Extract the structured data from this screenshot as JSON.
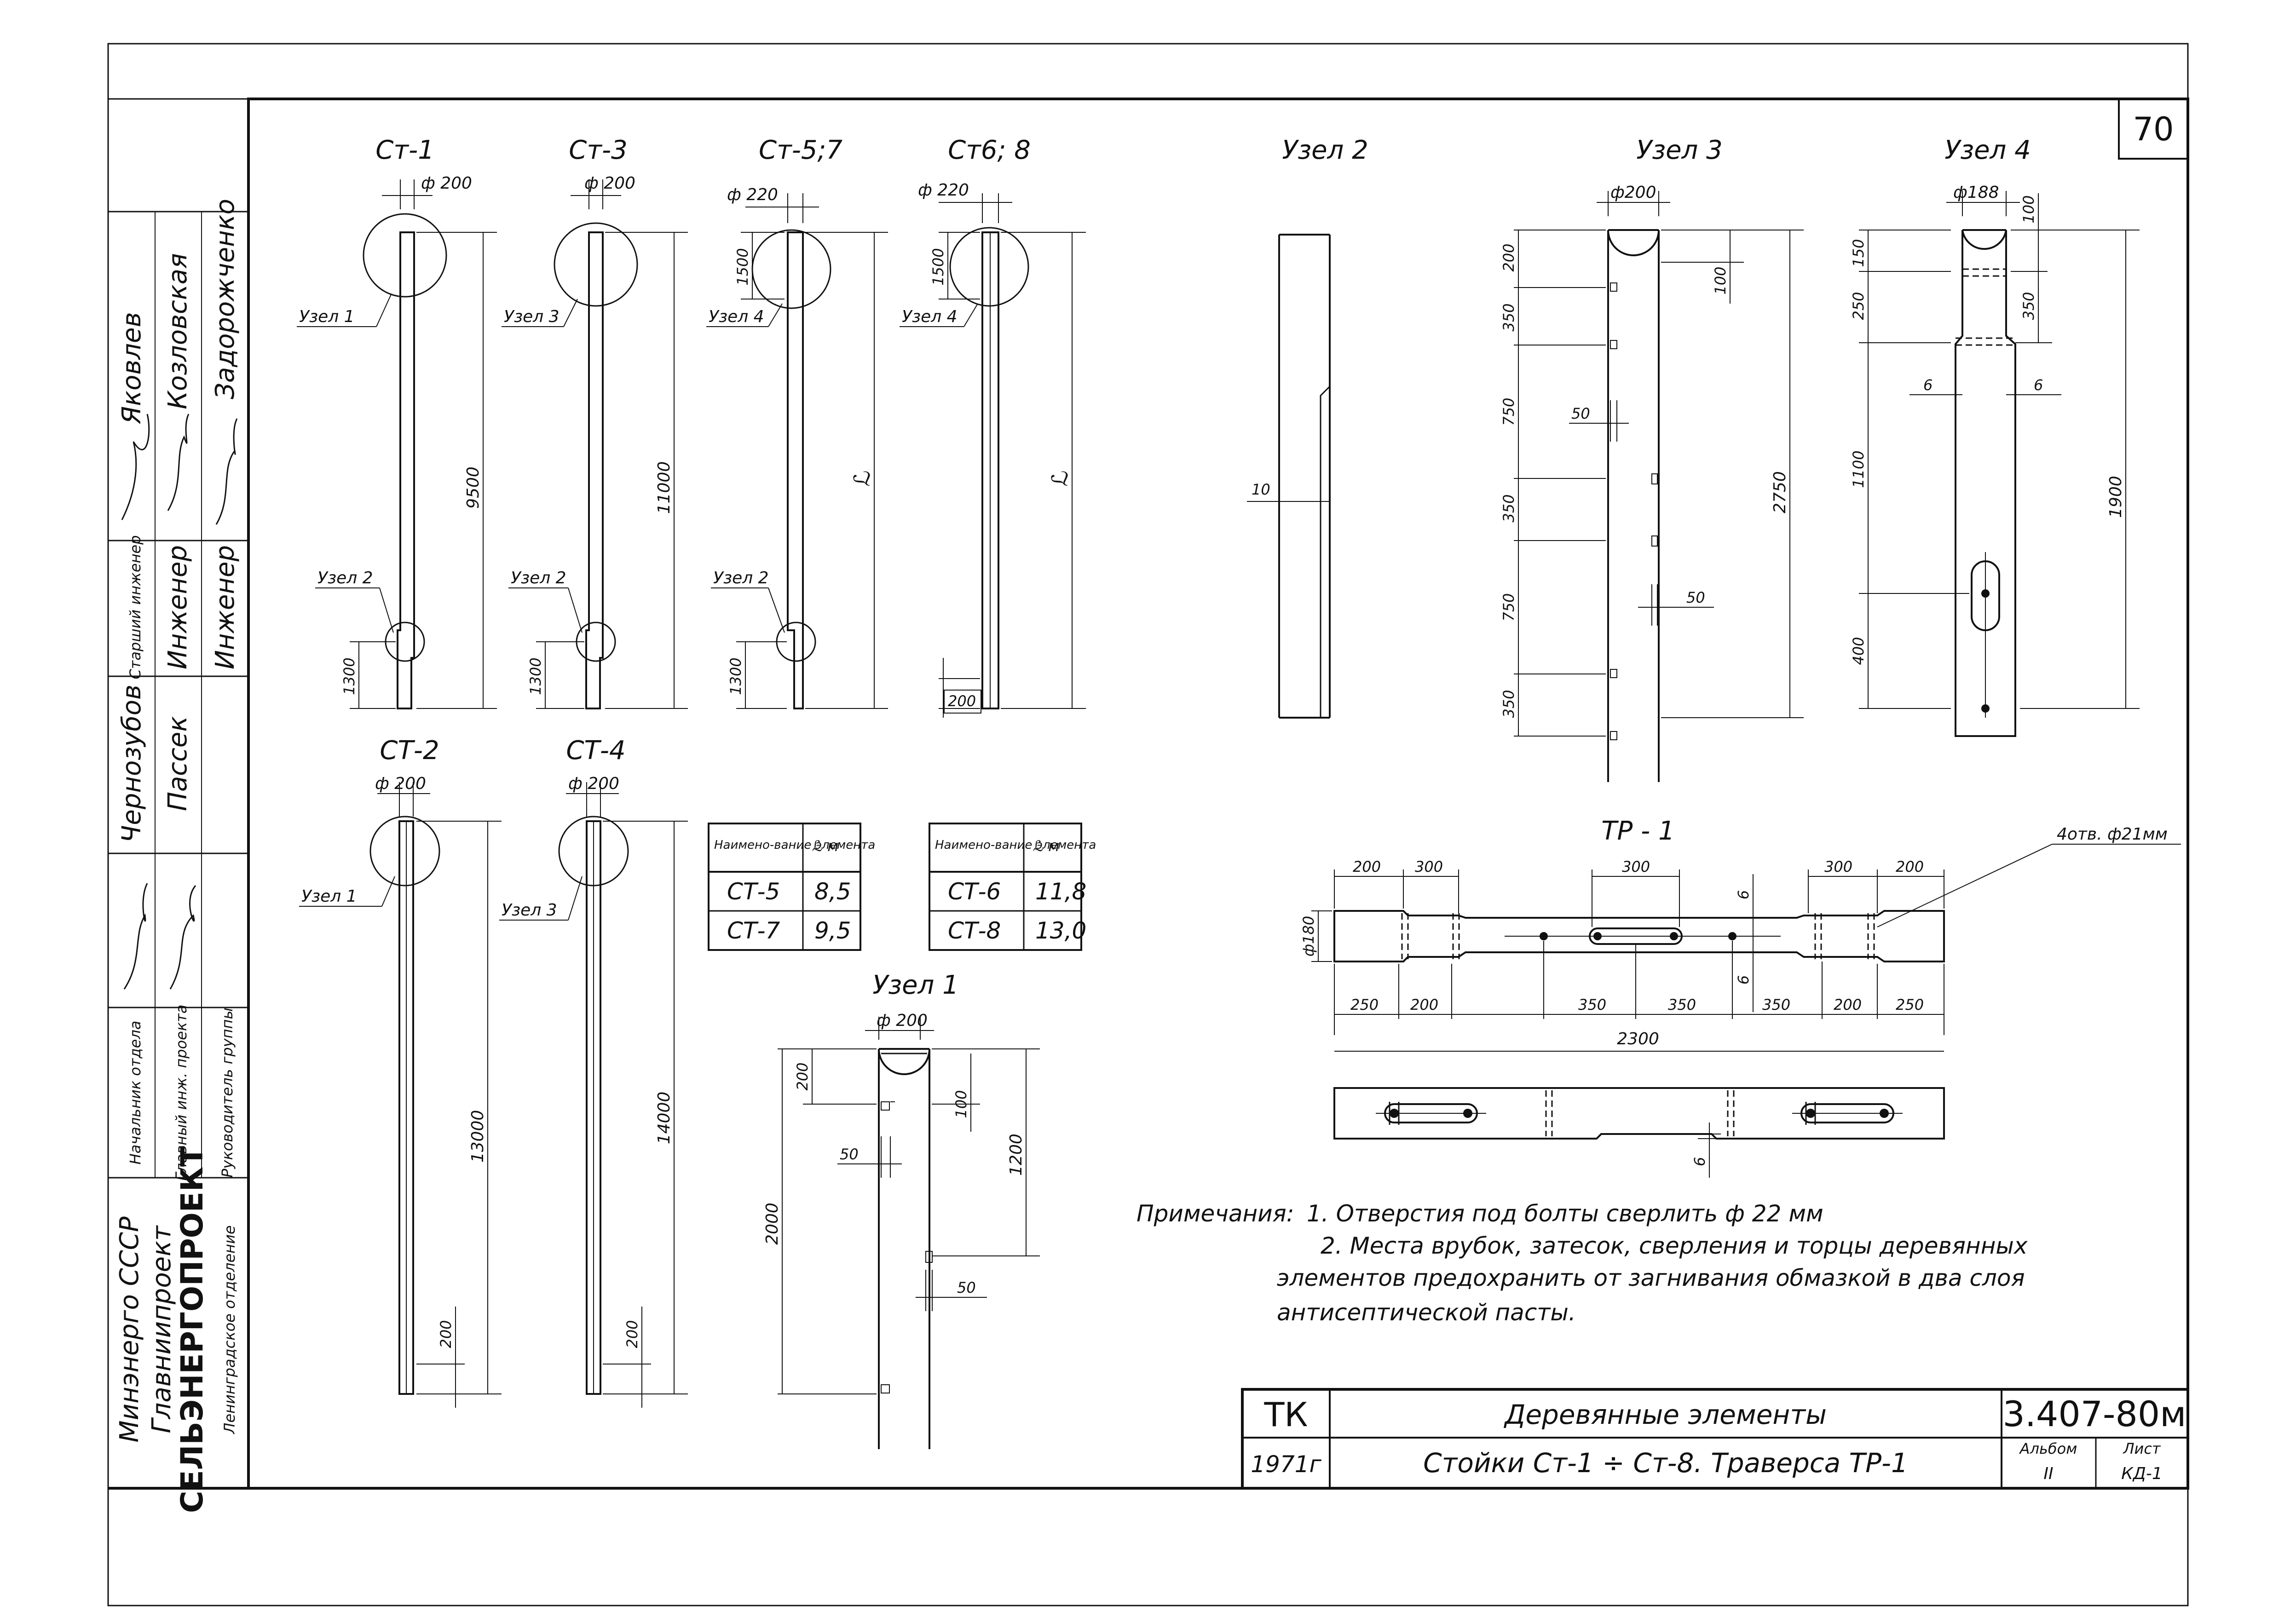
{
  "sheet_number": "70",
  "side_stamp": {
    "org_lines": [
      "Минэнерго СССР",
      "Главниипроект",
      "СЕЛЬЭНЕРГОПРОЕКТ",
      "Ленинградское отделение"
    ],
    "roles": [
      {
        "role": "Начальник отдела",
        "name": "Чернозубов"
      },
      {
        "role": "Главный инж. проекта",
        "name": "Пассек"
      },
      {
        "role": "Руководитель группы",
        "name": ""
      },
      {
        "role": "Старший инженер",
        "name": "Яковлев"
      },
      {
        "role": "Инженер",
        "name": "Козловская"
      },
      {
        "role": "Инженер",
        "name": "Задорожченко"
      }
    ]
  },
  "poles_top": [
    {
      "label": "Ст-1",
      "dia": "ф 200",
      "length": "9500",
      "node_top": "Узел 1",
      "node_bottom": "Узел 2",
      "bottom_dim": "1300"
    },
    {
      "label": "Ст-3",
      "dia": "ф 200",
      "length": "11000",
      "node_top": "Узел 3",
      "node_bottom": "Узел 2",
      "bottom_dim": "1300"
    },
    {
      "label": "Ст-5;7",
      "dia": "ф 220",
      "top_dim": "1500",
      "length": "ℒ",
      "node_top": "Узел 4",
      "node_bottom": "Узел 2",
      "bottom_dim": "1300"
    },
    {
      "label": "Ст6; 8",
      "dia": "ф 220",
      "top_dim": "1500",
      "length": "ℒ",
      "node_top": "Узел 4",
      "bottom_dim": "200"
    }
  ],
  "poles_bottom": [
    {
      "label": "СТ-2",
      "dia": "ф 200",
      "length": "13000",
      "node_top": "Узел 1",
      "bottom_dim": "200"
    },
    {
      "label": "СТ-4",
      "dia": "ф 200",
      "length": "14000",
      "node_top": "Узел 3",
      "bottom_dim": "200"
    }
  ],
  "tables": [
    {
      "headers": [
        "Наимено-вание элемента",
        "ℒ м"
      ],
      "rows": [
        [
          "СТ-5",
          "8,5"
        ],
        [
          "СТ-7",
          "9,5"
        ]
      ]
    },
    {
      "headers": [
        "Наимено-вание элемента",
        "ℒ м"
      ],
      "rows": [
        [
          "СТ-6",
          "11,8"
        ],
        [
          "СТ-8",
          "13,0"
        ]
      ]
    }
  ],
  "node1": {
    "title": "Узел 1",
    "dia": "ф 200",
    "dims": [
      "200",
      "100",
      "1200",
      "2000",
      "50",
      "50"
    ]
  },
  "node2": {
    "title": "Узел 2",
    "dim": "10"
  },
  "node3": {
    "title": "Узел 3",
    "dia": "ф200",
    "dims_left": [
      "200",
      "350",
      "750",
      "350",
      "750",
      "350"
    ],
    "dims": [
      "100",
      "50",
      "50",
      "2750"
    ]
  },
  "node4": {
    "title": "Узел 4",
    "dia": "ф188",
    "dims_left": [
      "150",
      "250",
      "1100",
      "400"
    ],
    "dims": [
      "100",
      "350",
      "6",
      "6",
      "1900"
    ]
  },
  "traverse": {
    "title": "ТР - 1",
    "hole_note": "4отв. ф21мм",
    "dia": "ф180",
    "top_dims": [
      "200",
      "300",
      "300",
      "300",
      "200"
    ],
    "bottom_dims": [
      "250",
      "200",
      "350",
      "350",
      "350",
      "200",
      "250"
    ],
    "gap": "6",
    "total": "2300"
  },
  "notes": {
    "label": "Примечания:",
    "lines": [
      "1. Отверстия под болты сверлить ф 22 мм",
      "2. Места врубок, затесок, сверления и торцы деревянных",
      "элементов предохранить от загнивания обмазкой в два слоя",
      "антисептической пасты."
    ]
  },
  "title_block": {
    "code": "ТК",
    "year": "1971г",
    "title": "Деревянные элементы",
    "subtitle": "Стойки Ст-1 ÷ Ст-8. Траверса ТР-1",
    "doc_number": "3.407-80м",
    "album_label": "Альбом",
    "album": "II",
    "sheet_label": "Лист",
    "sheet": "КД-1"
  }
}
